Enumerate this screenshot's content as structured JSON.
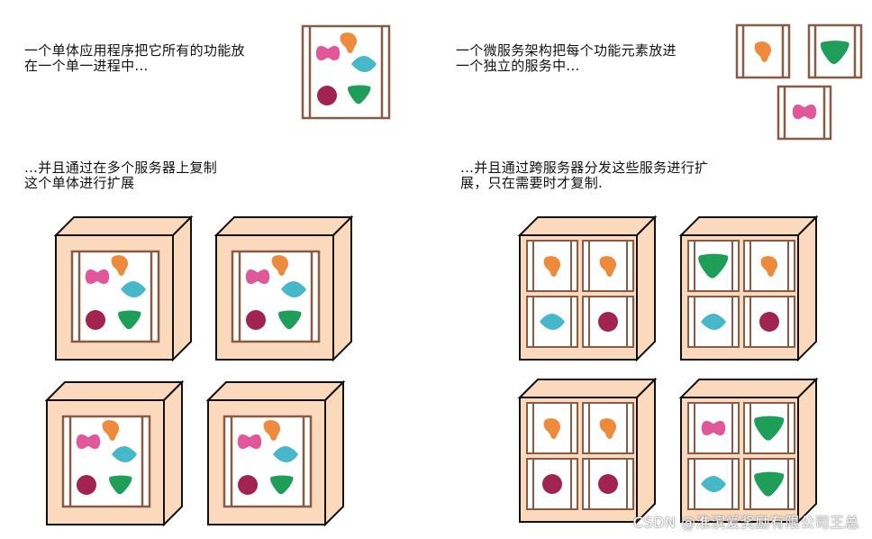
{
  "captions": {
    "monolith": "一个单体应用程序把它所有的功能放\n在一个单一进程中...",
    "microservices": "一个微服务架构把每个功能元素放进\n一个独立的服务中...",
    "monolith_scale": "...并且通过在多个服务器上复制\n这个单体进行扩展",
    "microservices_scale": "...并且通过跨服务器分发这些服务进行扩\n展，只在需要时才复制."
  },
  "watermark": "CSDN @淮滨爱奖励有限公司王总",
  "colors": {
    "pink": "#e0579a",
    "orange": "#ee8a3c",
    "teal": "#47b8c9",
    "maroon": "#a1234f",
    "green": "#1f9e5a",
    "frame": "#8a5a44",
    "box_face": "#fbd9bd",
    "outline": "#111111"
  }
}
